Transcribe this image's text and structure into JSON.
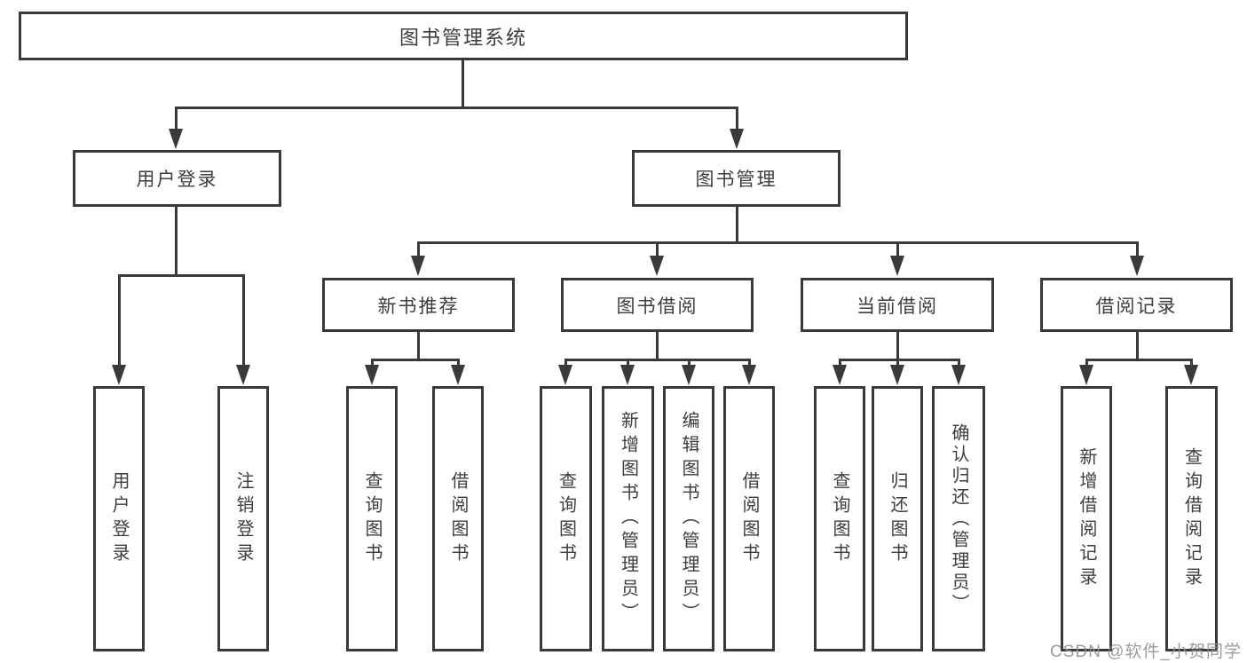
{
  "colors": {
    "line": "#3a3a3a",
    "text": "#3d3d3d",
    "watermark": "#919191",
    "background": "#ffffff"
  },
  "watermark": {
    "text": "CSDN @软件_小贺同学"
  },
  "root": {
    "label": "图书管理系统"
  },
  "branches": {
    "user_login": {
      "label": "用户登录",
      "leaves": [
        {
          "label": "用户登录"
        },
        {
          "label": "注销登录"
        }
      ]
    },
    "book_mgmt": {
      "label": "图书管理",
      "groups": [
        {
          "label": "新书推荐",
          "leaves": [
            {
              "label": "查询图书"
            },
            {
              "label": "借阅图书"
            }
          ]
        },
        {
          "label": "图书借阅",
          "leaves": [
            {
              "label": "查询图书"
            },
            {
              "label": "新增图书（管理员）"
            },
            {
              "label": "编辑图书（管理员）"
            },
            {
              "label": "借阅图书"
            }
          ]
        },
        {
          "label": "当前借阅",
          "leaves": [
            {
              "label": "查询图书"
            },
            {
              "label": "归还图书"
            },
            {
              "label": "确认归还（管理员）"
            }
          ]
        },
        {
          "label": "借阅记录",
          "leaves": [
            {
              "label": "新增借阅记录"
            },
            {
              "label": "查询借阅记录"
            }
          ]
        }
      ]
    }
  }
}
